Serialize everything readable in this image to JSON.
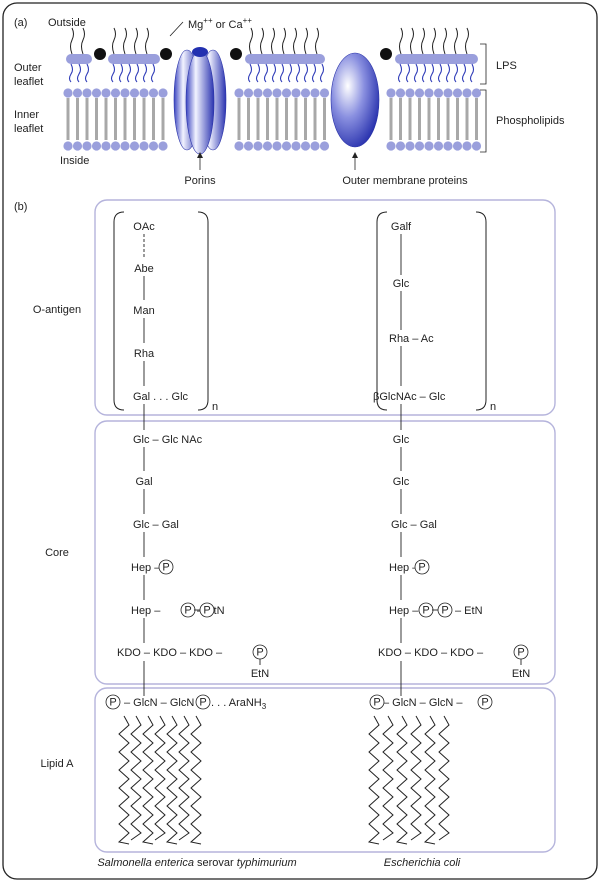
{
  "panel_a": {
    "label": "(a)",
    "outside": "Outside",
    "ions_main": "Mg",
    "ions_sup1": "++",
    "ions_mid": " or Ca",
    "ions_sup2": "++",
    "outer": "Outer",
    "leaflet1": "leaflet",
    "inner": "Inner",
    "leaflet2": "leaflet",
    "inside": "Inside",
    "porins": "Porins",
    "omp": "Outer membrane proteins",
    "lps": "LPS",
    "phospholipids": "Phospholipids"
  },
  "panel_b": {
    "label": "(b)",
    "sections": {
      "oantigen": "O-antigen",
      "core": "Core",
      "lipid_a": "Lipid A"
    },
    "n": "n",
    "phos": "P",
    "salmonella": {
      "oacetyl": "OAc",
      "o_chain": [
        "Abe",
        "Man",
        "Rha"
      ],
      "gal_glc": "Gal . . . Glc",
      "core_top": "Glc – Glc NAc",
      "gal": "Gal",
      "glc_gal": "Glc – Gal",
      "hep1": "Hep –",
      "hep2": "Hep –",
      "hep2_etn": "– EtN",
      "kdo": "KDO – KDO – KDO –",
      "etn": "EtN",
      "lipid_a_mid": "– GlcN – GlcN –",
      "lipid_a_end": ". . . AraNH",
      "lipid_a_sub": "3",
      "species_italic": "Salmonella enterica",
      "species_rest": " serovar ",
      "species_serovar": "typhimurium"
    },
    "ecoli": {
      "galf": "Galf",
      "glc": "Glc",
      "rha_ac": "Rha – Ac",
      "glcnac_glc": "βGlcNAc – Glc",
      "core_glc1": "Glc",
      "core_glc2": "Glc",
      "glc_gal": "Glc – Gal",
      "hep1": "Hep –",
      "hep2": "Hep –",
      "hep2_etn": "– EtN",
      "kdo": "KDO – KDO – KDO –",
      "etn": "EtN",
      "lipid_a_mid": "– GlcN – GlcN –",
      "species": "Escherichia coli"
    }
  },
  "colors": {
    "membrane_blue": "#9a9fdc",
    "protein_dark": "#2b34b0",
    "box_border": "#b5b4dc",
    "frame_border": "#222222",
    "tail_blue": "#2f3cb8"
  }
}
